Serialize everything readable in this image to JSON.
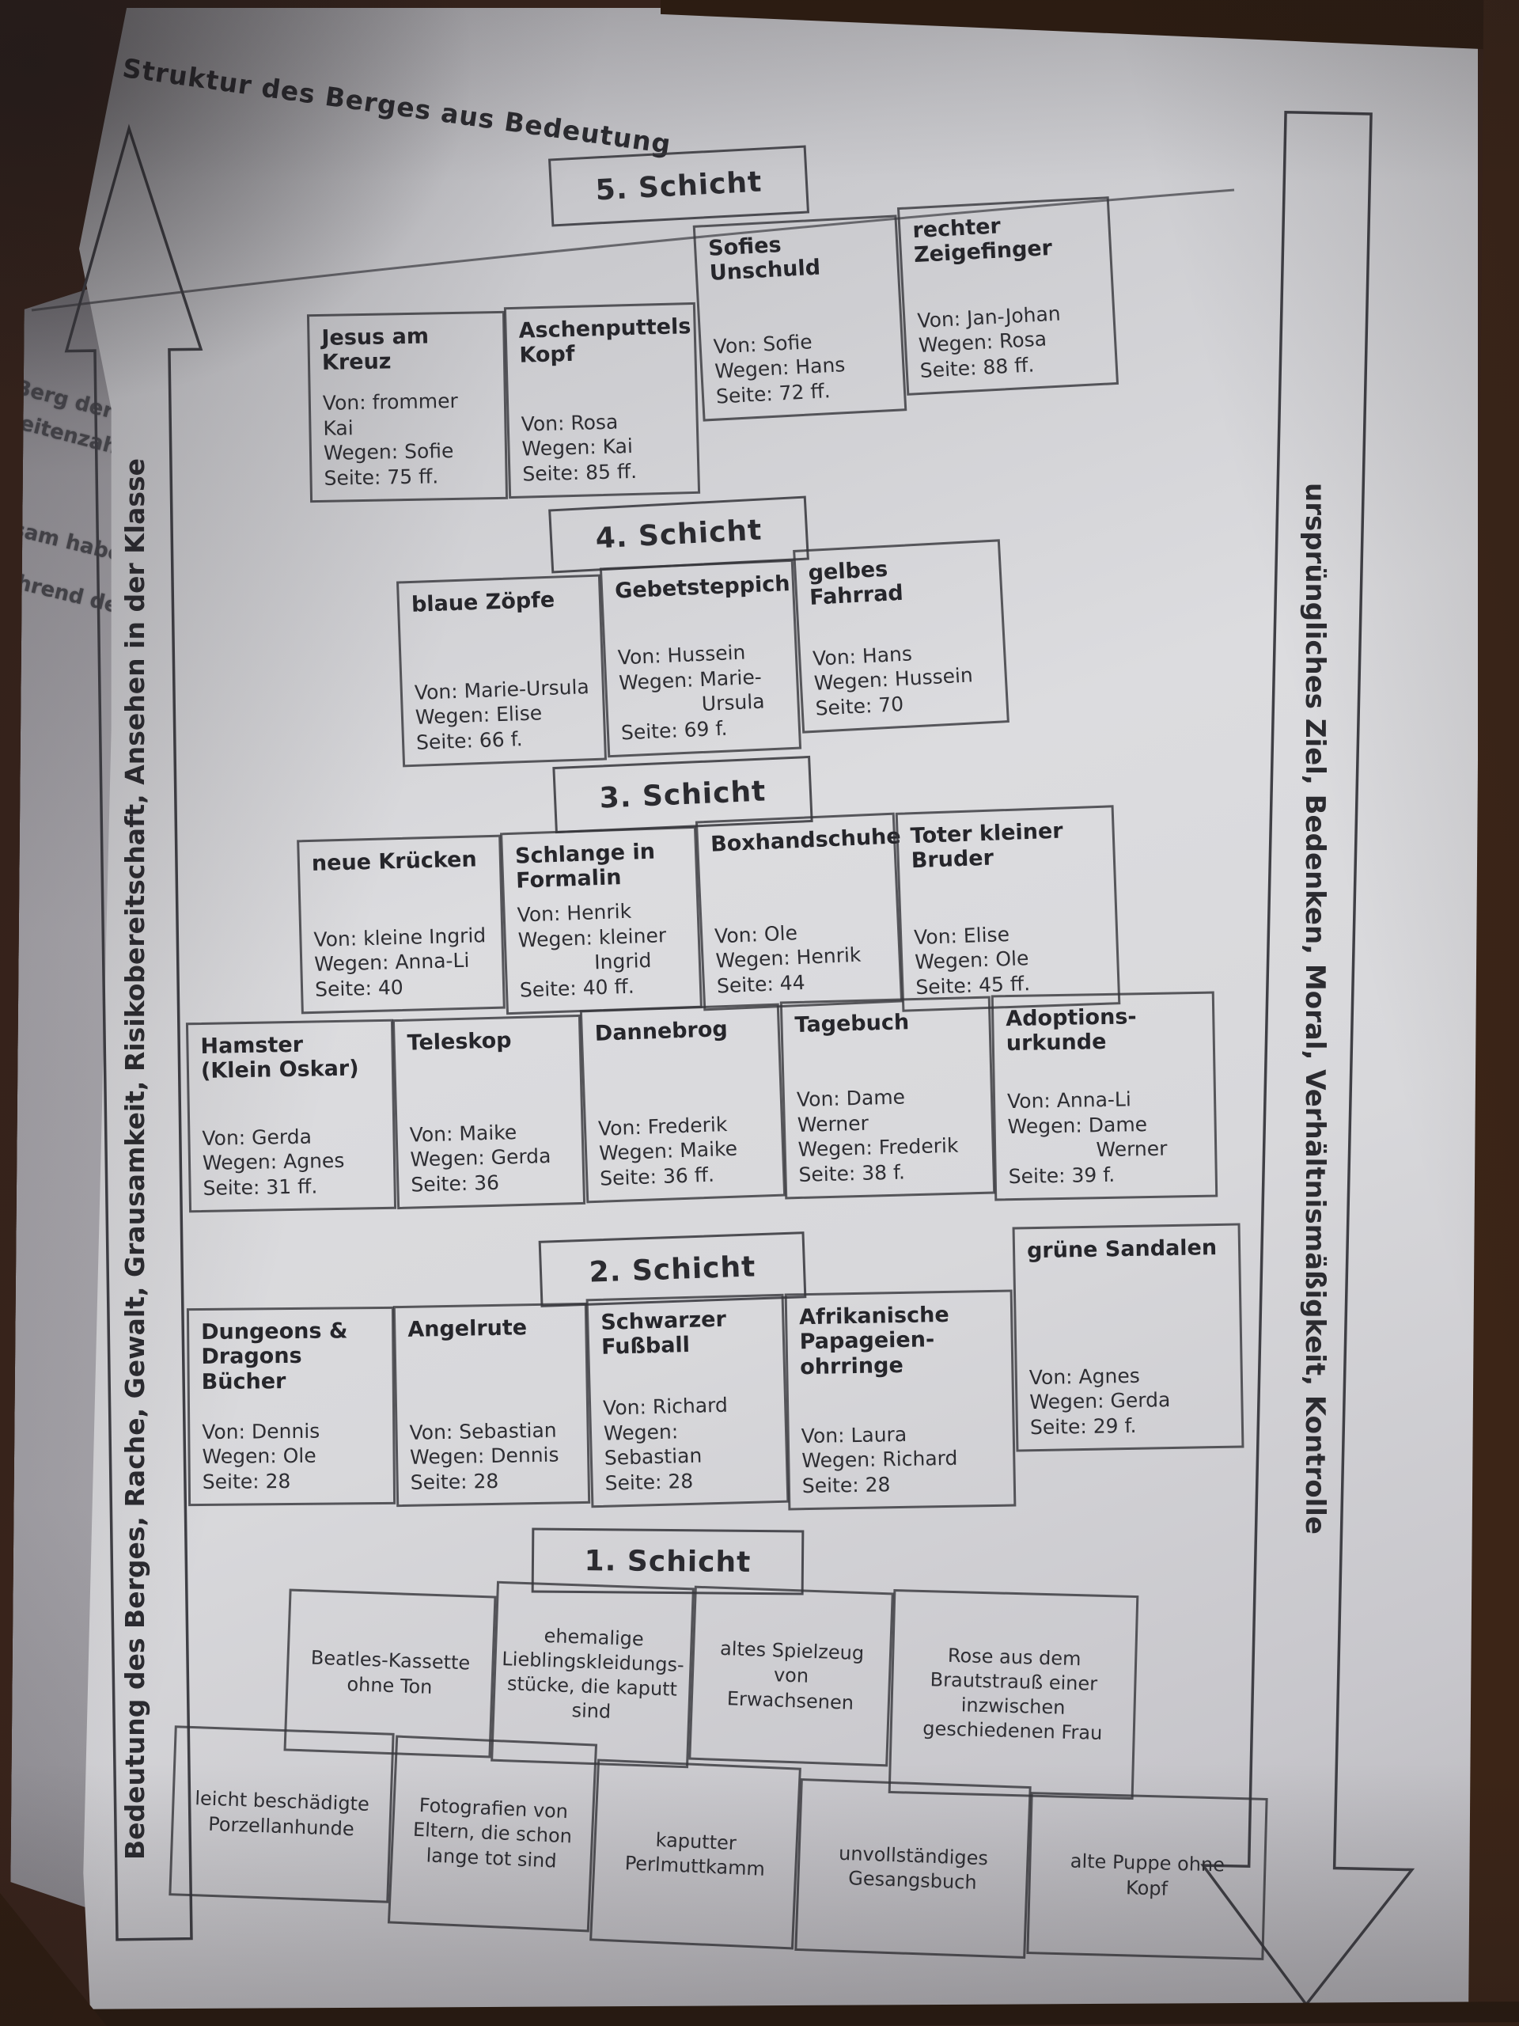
{
  "photo": {
    "colors": {
      "ink": "#2b2b30",
      "paper": "#d8d8db",
      "background": "#3a241b"
    },
    "page_edge_fragments": [
      "Berg der",
      "Seitenzahl",
      "sam haben",
      "hrend des"
    ]
  },
  "title": "Struktur des Berges aus Bedeutung",
  "arrows": {
    "left_text": "Bedeutung des Berges, Rache, Gewalt, Grausamkeit, Risikobereitschaft, Ansehen in der Klasse",
    "right_text": "ursprüngliches Ziel, Bedenken, Moral, Verhältnismäßigkeit, Kontrolle"
  },
  "layers": [
    {
      "label": "5. Schicht",
      "rows": [
        [
          {
            "title": "Jesus am Kreuz",
            "von": "Von: frommer Kai",
            "wegen": "Wegen: Sofie",
            "seite": "Seite: 75 ff."
          },
          {
            "title": "Aschenputtels\nKopf",
            "von": "Von: Rosa",
            "wegen": "Wegen: Kai",
            "seite": "Seite: 85 ff."
          },
          {
            "title": "Sofies Unschuld",
            "von": "Von: Sofie",
            "wegen": "Wegen: Hans",
            "seite": "Seite: 72 ff."
          },
          {
            "title": "rechter\nZeigefinger",
            "von": "Von: Jan-Johan",
            "wegen": "Wegen: Rosa",
            "seite": "Seite: 88 ff."
          }
        ]
      ]
    },
    {
      "label": "4. Schicht",
      "rows": [
        [
          {
            "title": "blaue Zöpfe",
            "von": "Von: Marie-Ursula",
            "wegen": "Wegen: Elise",
            "seite": "Seite: 66 f."
          },
          {
            "title": "Gebetsteppich",
            "von": "Von: Hussein",
            "wegen": "Wegen: Marie-\n             Ursula",
            "seite": "Seite: 69 f."
          },
          {
            "title": "gelbes Fahrrad",
            "von": "Von: Hans",
            "wegen": "Wegen: Hussein",
            "seite": "Seite: 70"
          }
        ]
      ]
    },
    {
      "label": "3. Schicht",
      "rows": [
        [
          {
            "title": "neue Krücken",
            "von": "Von: kleine Ingrid",
            "wegen": "Wegen: Anna-Li",
            "seite": "Seite: 40"
          },
          {
            "title": "Schlange in\nFormalin",
            "von": "Von: Henrik",
            "wegen": "Wegen: kleiner\n            Ingrid",
            "seite": "Seite: 40 ff."
          },
          {
            "title": "Boxhandschuhe",
            "von": "Von: Ole",
            "wegen": "Wegen: Henrik",
            "seite": "Seite: 44"
          },
          {
            "title": "Toter kleiner\nBruder",
            "von": "Von: Elise",
            "wegen": "Wegen: Ole",
            "seite": "Seite: 45 ff."
          }
        ],
        [
          {
            "title": "Hamster\n(Klein Oskar)",
            "von": "Von: Gerda",
            "wegen": "Wegen: Agnes",
            "seite": "Seite: 31 ff."
          },
          {
            "title": "Teleskop",
            "von": "Von: Maike",
            "wegen": "Wegen: Gerda",
            "seite": "Seite: 36"
          },
          {
            "title": "Dannebrog",
            "von": "Von: Frederik",
            "wegen": "Wegen: Maike",
            "seite": "Seite: 36 ff."
          },
          {
            "title": "Tagebuch",
            "von": "Von: Dame Werner",
            "wegen": "Wegen: Frederik",
            "seite": "Seite: 38 f."
          },
          {
            "title": "Adoptions-\nurkunde",
            "von": "Von: Anna-Li",
            "wegen": "Wegen: Dame\n              Werner",
            "seite": "Seite: 39 f."
          }
        ]
      ]
    },
    {
      "label": "2. Schicht",
      "side_item": {
        "title": "grüne Sandalen",
        "von": "Von: Agnes",
        "wegen": "Wegen: Gerda",
        "seite": "Seite: 29 f."
      },
      "rows": [
        [
          {
            "title": "Dungeons &\nDragons Bücher",
            "von": "Von: Dennis",
            "wegen": "Wegen: Ole",
            "seite": "Seite: 28"
          },
          {
            "title": "Angelrute",
            "von": "Von: Sebastian",
            "wegen": "Wegen: Dennis",
            "seite": "Seite: 28"
          },
          {
            "title": "Schwarzer\nFußball",
            "von": "Von: Richard",
            "wegen": "Wegen: Sebastian",
            "seite": "Seite: 28"
          },
          {
            "title": "Afrikanische\nPapageien-\nohrringe",
            "von": "Von: Laura",
            "wegen": "Wegen: Richard",
            "seite": "Seite: 28"
          }
        ]
      ]
    },
    {
      "label": "1. Schicht",
      "rows": [
        [
          {
            "title": "Beatles-Kassette\nohne Ton"
          },
          {
            "title": "ehemalige\nLieblingskleidungs-\nstücke, die kaputt\nsind"
          },
          {
            "title": "altes Spielzeug von\nErwachsenen"
          },
          {
            "title": "Rose aus dem\nBrautstrauß einer\ninzwischen\ngeschiedenen Frau"
          }
        ],
        [
          {
            "title": "leicht beschädigte\nPorzellanhunde"
          },
          {
            "title": "Fotografien von\nEltern, die schon\nlange tot sind"
          },
          {
            "title": "kaputter\nPerlmuttkamm"
          },
          {
            "title": "unvollständiges\nGesangsbuch"
          },
          {
            "title": "alte Puppe ohne\nKopf"
          }
        ]
      ]
    }
  ]
}
